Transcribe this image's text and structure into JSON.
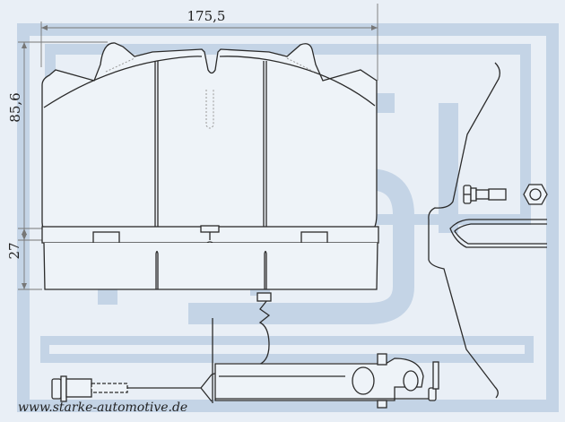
{
  "dimensions": {
    "width": "175,5",
    "height": "85,6",
    "thickness": "27"
  },
  "website": "www.starke-automotive.de",
  "colors": {
    "background": "#e9eff6",
    "watermark": "#c4d4e6",
    "line": "#2b2b2b"
  }
}
